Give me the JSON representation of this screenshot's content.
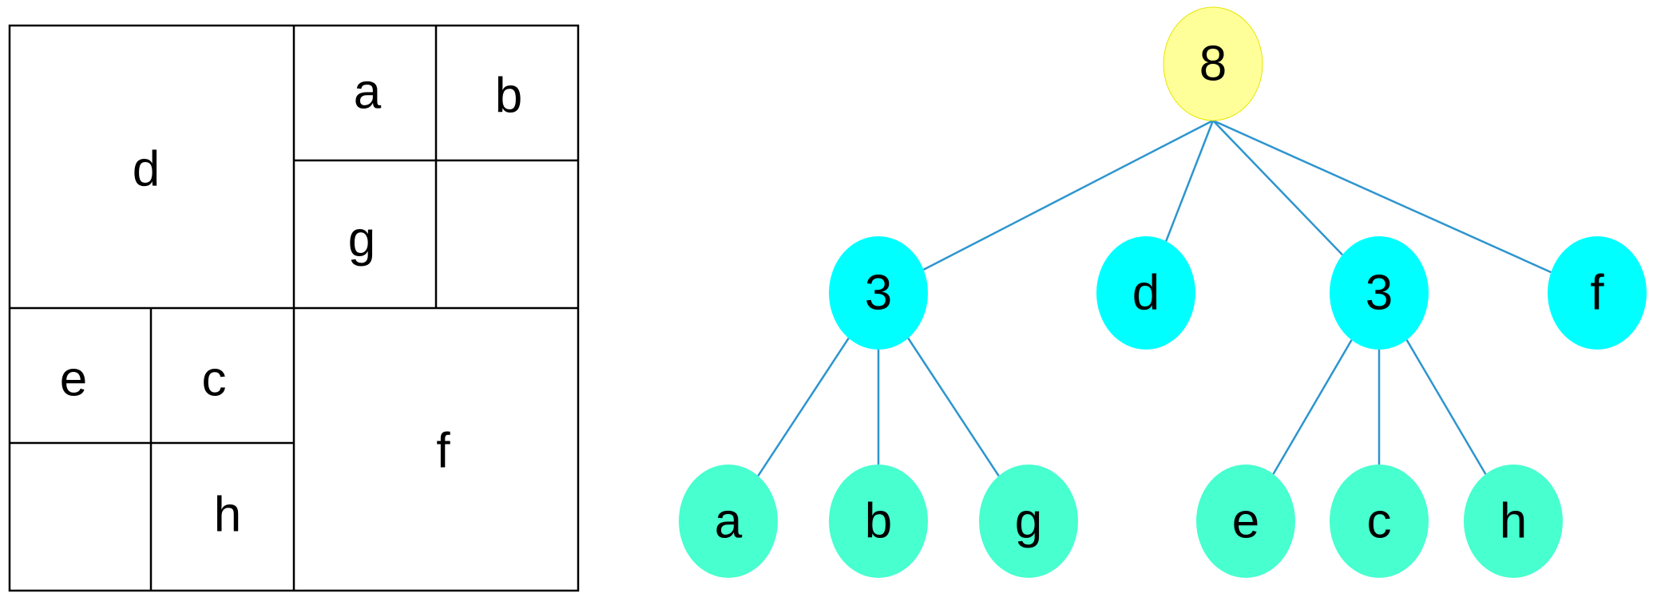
{
  "colors": {
    "root_fill": "#ffff99",
    "internal_fill": "#00ffff",
    "leaf_fill": "#47ffcf",
    "edge_stroke": "#2d95cf",
    "grid_stroke": "#000000",
    "text": "#000000"
  },
  "grid": {
    "cells": [
      {
        "id": "d",
        "label": "d"
      },
      {
        "id": "a",
        "label": "a"
      },
      {
        "id": "b",
        "label": "b"
      },
      {
        "id": "g",
        "label": "g"
      },
      {
        "id": "blank-top-right",
        "label": ""
      },
      {
        "id": "e",
        "label": "e"
      },
      {
        "id": "c",
        "label": "c"
      },
      {
        "id": "blank-bottom-left",
        "label": ""
      },
      {
        "id": "h",
        "label": "h"
      },
      {
        "id": "f",
        "label": "f"
      }
    ]
  },
  "tree": {
    "nodes": [
      {
        "id": "root",
        "label": "8",
        "kind": "root"
      },
      {
        "id": "n3-left",
        "label": "3",
        "kind": "internal"
      },
      {
        "id": "nd",
        "label": "d",
        "kind": "internal"
      },
      {
        "id": "n3-right",
        "label": "3",
        "kind": "internal"
      },
      {
        "id": "nf",
        "label": "f",
        "kind": "internal"
      },
      {
        "id": "la",
        "label": "a",
        "kind": "leaf"
      },
      {
        "id": "lb",
        "label": "b",
        "kind": "leaf"
      },
      {
        "id": "lg",
        "label": "g",
        "kind": "leaf"
      },
      {
        "id": "le",
        "label": "e",
        "kind": "leaf"
      },
      {
        "id": "lc",
        "label": "c",
        "kind": "leaf"
      },
      {
        "id": "lh",
        "label": "h",
        "kind": "leaf"
      }
    ],
    "edges": [
      {
        "from": "root",
        "to": "n3-left"
      },
      {
        "from": "root",
        "to": "nd"
      },
      {
        "from": "root",
        "to": "n3-right"
      },
      {
        "from": "root",
        "to": "nf"
      },
      {
        "from": "n3-left",
        "to": "la"
      },
      {
        "from": "n3-left",
        "to": "lb"
      },
      {
        "from": "n3-left",
        "to": "lg"
      },
      {
        "from": "n3-right",
        "to": "le"
      },
      {
        "from": "n3-right",
        "to": "lc"
      },
      {
        "from": "n3-right",
        "to": "lh"
      }
    ]
  }
}
